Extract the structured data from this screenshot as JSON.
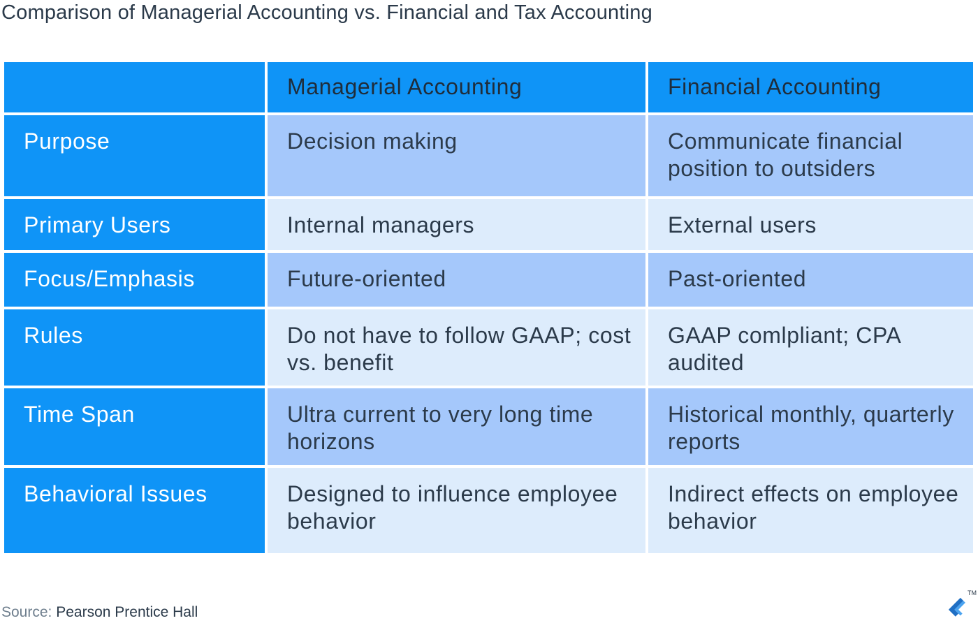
{
  "title": "Comparison of Managerial Accounting vs. Financial and Tax Accounting",
  "table": {
    "headers": [
      "",
      "Managerial Accounting",
      "Financial Accounting"
    ],
    "rows": [
      {
        "label": "Purpose",
        "managerial": "Decision making",
        "financial": "Communicate financial position to outsiders"
      },
      {
        "label": "Primary Users",
        "managerial": "Internal managers",
        "financial": "External users"
      },
      {
        "label": "Focus/Emphasis",
        "managerial": "Future-oriented",
        "financial": "Past-oriented"
      },
      {
        "label": "Rules",
        "managerial": "Do not have to follow GAAP; cost vs. benefit",
        "financial": "GAAP comlpliant; CPA audited"
      },
      {
        "label": "Time Span",
        "managerial": "Ultra current to very long time horizons",
        "financial": "Historical monthly, quarterly reports"
      },
      {
        "label": "Behavioral Issues",
        "managerial": "Designed to influence employee behavior",
        "financial": "Indirect effects on employee behavior"
      }
    ]
  },
  "source": {
    "label": "Source:",
    "value": "Pearson Prentice Hall"
  },
  "logo": {
    "icon": "toptal-logo-icon",
    "trademark": "TM"
  },
  "colors": {
    "header_blue": "#0f94f7",
    "row_dark": "#a5c8fb",
    "row_light": "#ddecfc",
    "text_dark": "#2b3a4a"
  }
}
